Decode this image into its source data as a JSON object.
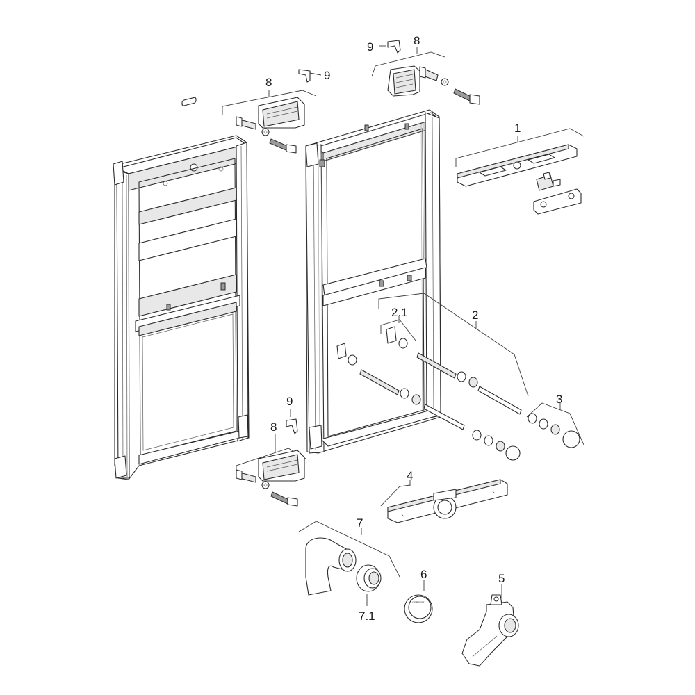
{
  "callouts": [
    {
      "id": "1",
      "text": "1"
    },
    {
      "id": "2",
      "text": "2"
    },
    {
      "id": "2_1",
      "text": "2.1"
    },
    {
      "id": "3",
      "text": "3"
    },
    {
      "id": "4",
      "text": "4"
    },
    {
      "id": "5",
      "text": "5"
    },
    {
      "id": "6",
      "text": "6"
    },
    {
      "id": "7",
      "text": "7"
    },
    {
      "id": "7_1",
      "text": "7.1"
    },
    {
      "id": "8_top_left",
      "text": "8"
    },
    {
      "id": "8_top_right",
      "text": "8"
    },
    {
      "id": "8_bottom",
      "text": "8"
    },
    {
      "id": "9_top_left",
      "text": "9"
    },
    {
      "id": "9_top_right",
      "text": "9"
    },
    {
      "id": "9_bottom",
      "text": "9"
    }
  ],
  "logo_text": "GEBERIT"
}
